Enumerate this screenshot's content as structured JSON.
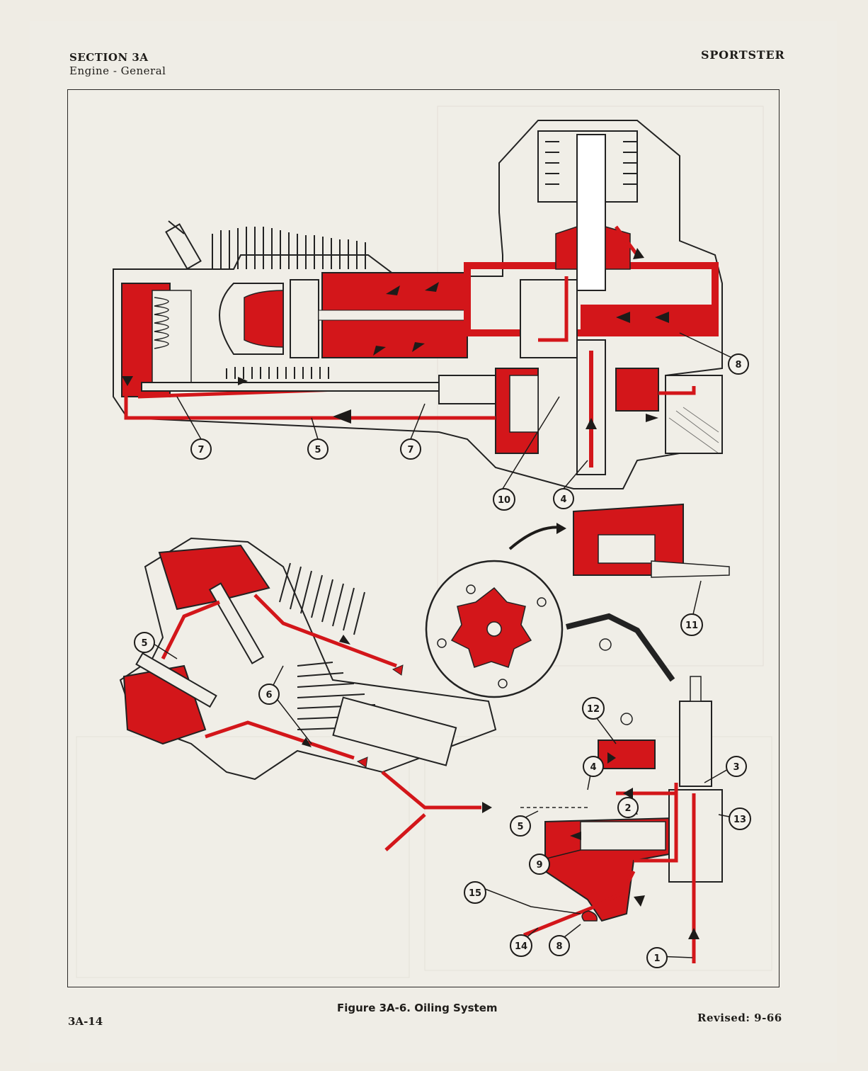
{
  "header": {
    "section": "SECTION 3A",
    "subsection": "Engine - General",
    "model": "SPORTSTER"
  },
  "figure": {
    "caption": "Figure 3A-6. Oiling System",
    "callouts": [
      "1",
      "2",
      "3",
      "4",
      "4",
      "5",
      "5",
      "6",
      "7",
      "7",
      "8",
      "8",
      "9",
      "10",
      "11",
      "12",
      "13",
      "14",
      "15"
    ]
  },
  "footer": {
    "page": "3A-14",
    "revised": "Revised:  9-66"
  },
  "colors": {
    "oil": "#d3161a",
    "paper": "#efede6",
    "ink": "#1f1d1a"
  }
}
